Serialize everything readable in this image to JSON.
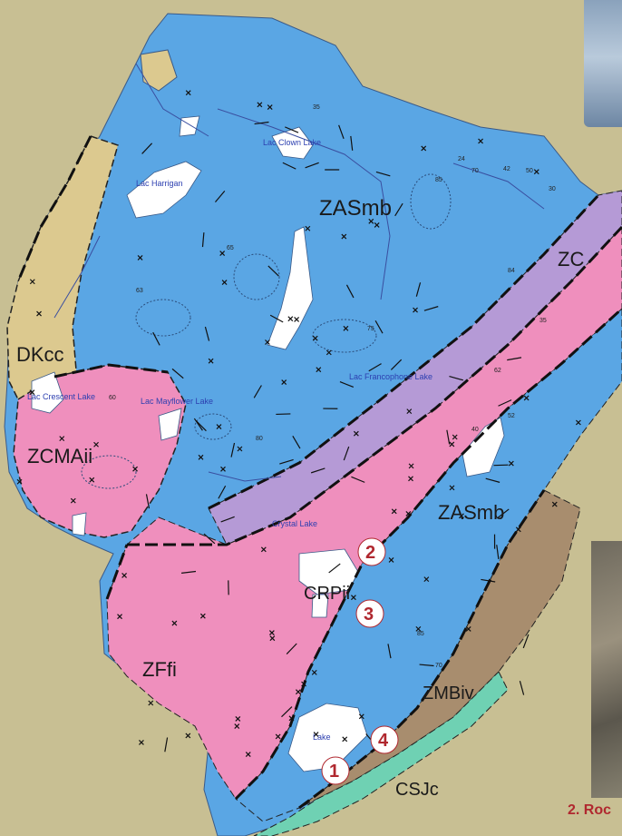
{
  "geologic_units": [
    {
      "id": "ZASmb",
      "label": "ZASmb",
      "color": "#5aa6e4"
    },
    {
      "id": "ZC",
      "label": "ZC",
      "color": "#ef8fbd"
    },
    {
      "id": "DKcc",
      "label": "DKcc",
      "color": "#dcc98f"
    },
    {
      "id": "ZCMAii",
      "label": "ZCMAii",
      "color": "#ef8fbd"
    },
    {
      "id": "ZASmb2",
      "label": "ZASmb",
      "color": "#5aa6e4"
    },
    {
      "id": "CRPii",
      "label": "CRPii",
      "color": "#ef8fbd"
    },
    {
      "id": "ZFfi",
      "label": "ZFfi",
      "color": "#ef8fbd"
    },
    {
      "id": "ZMBiv",
      "label": "ZMBiv",
      "color": "#a88d6e"
    },
    {
      "id": "CSJc",
      "label": "CSJc",
      "color": "#6fd1b3"
    }
  ],
  "lakes": [
    {
      "name": "Lac Harrigan"
    },
    {
      "name": "Lac Clown Lake"
    },
    {
      "name": "Lac Crescent Lake"
    },
    {
      "name": "Lac Mayflower Lake"
    },
    {
      "name": "Lac Francophone Lake"
    },
    {
      "name": "Crystal Lake"
    },
    {
      "name": "Lake"
    }
  ],
  "sites": [
    "1",
    "2",
    "3",
    "4"
  ],
  "dip_values": [
    "35",
    "85",
    "65",
    "63",
    "75",
    "60",
    "80",
    "35",
    "62",
    "70",
    "24",
    "42",
    "50",
    "30",
    "84",
    "52",
    "40",
    "85",
    "70"
  ],
  "colors": {
    "background": "#c8bf93",
    "blue_unit": "#5aa6e4",
    "pink_unit": "#ef8fbd",
    "purple_unit": "#b59ad6",
    "brown_unit": "#a88d6e",
    "green_unit": "#6fd1b3",
    "tan_unit": "#dcc98f",
    "site_red": "#b0282f"
  },
  "caption": "2. Roc"
}
